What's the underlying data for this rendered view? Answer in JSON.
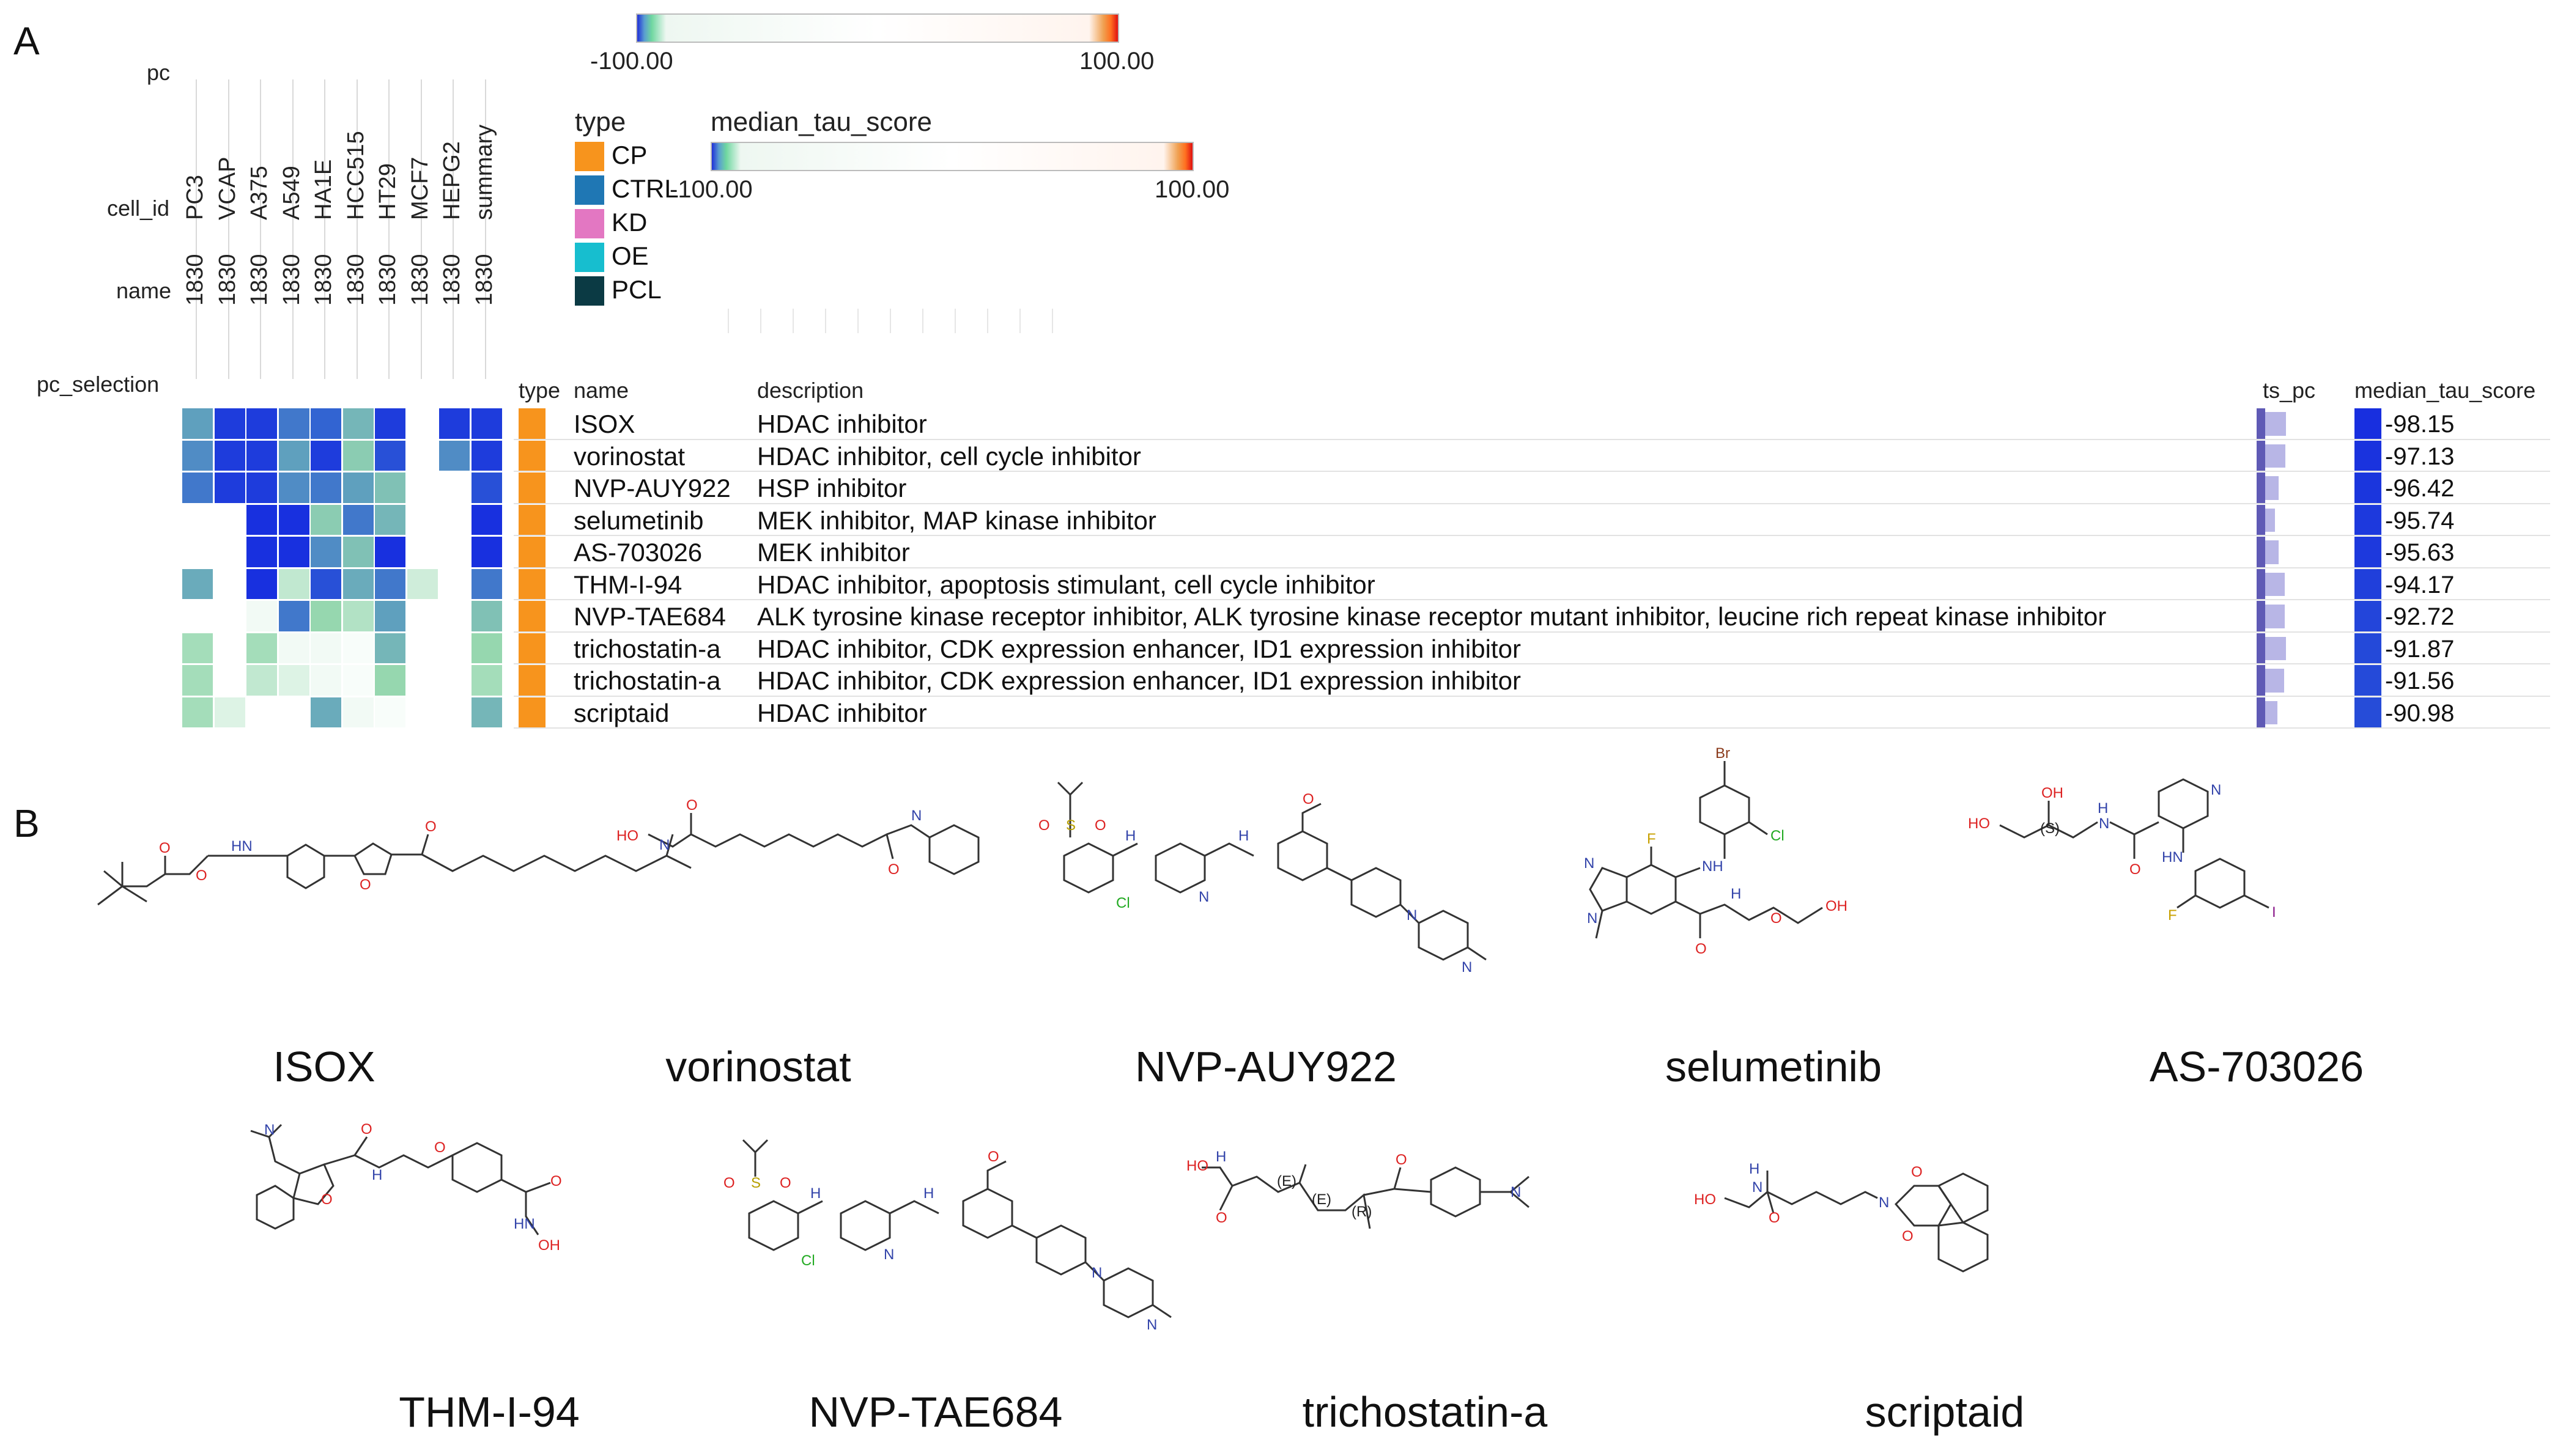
{
  "panels": {
    "a": "A",
    "b": "B"
  },
  "colorbar_top": {
    "min": "-100.00",
    "max": "100.00"
  },
  "legend": {
    "type_title": "type",
    "score_title": "median_tau_score",
    "score_min": "-100.00",
    "score_max": "100.00",
    "items": [
      {
        "label": "CP",
        "color": "#f7941d"
      },
      {
        "label": "CTRL",
        "color": "#1f77b4"
      },
      {
        "label": "KD",
        "color": "#e377c2"
      },
      {
        "label": "OE",
        "color": "#17becf"
      },
      {
        "label": "PCL",
        "color": "#0b3a44"
      }
    ]
  },
  "heatmap": {
    "row_label_pc": "pc",
    "row_label_cell_id": "cell_id",
    "row_label_name": "name",
    "row_label_selection": "pc_selection",
    "columns": [
      {
        "cell_id": "PC3",
        "name": "1830"
      },
      {
        "cell_id": "VCAP",
        "name": "1830"
      },
      {
        "cell_id": "A375",
        "name": "1830"
      },
      {
        "cell_id": "A549",
        "name": "1830"
      },
      {
        "cell_id": "HA1E",
        "name": "1830"
      },
      {
        "cell_id": "HCC515",
        "name": "1830"
      },
      {
        "cell_id": "HT29",
        "name": "1830"
      },
      {
        "cell_id": "MCF7",
        "name": "1830"
      },
      {
        "cell_id": "HEPG2",
        "name": "1830"
      },
      {
        "cell_id": "summary",
        "name": "1830"
      }
    ],
    "cells": [
      [
        -70,
        -95,
        -95,
        -80,
        -85,
        -60,
        -95,
        null,
        -95,
        -95
      ],
      [
        -75,
        -95,
        -95,
        -70,
        -95,
        -50,
        -90,
        null,
        -75,
        -95
      ],
      [
        -80,
        -95,
        -95,
        -75,
        -80,
        -70,
        -55,
        null,
        null,
        -90
      ],
      [
        null,
        null,
        -98,
        -98,
        -50,
        -80,
        -60,
        null,
        null,
        -98
      ],
      [
        null,
        null,
        -98,
        -98,
        -75,
        -55,
        -98,
        null,
        null,
        -98
      ],
      [
        -65,
        null,
        -98,
        -30,
        -90,
        -65,
        -80,
        -25,
        null,
        -80
      ],
      [
        null,
        null,
        -10,
        -80,
        -45,
        -35,
        -70,
        null,
        null,
        -55
      ],
      [
        -40,
        null,
        -40,
        -10,
        -10,
        -5,
        -60,
        null,
        null,
        -45
      ],
      [
        -40,
        null,
        -30,
        -20,
        -10,
        -5,
        -45,
        null,
        null,
        -40
      ],
      [
        -40,
        -20,
        null,
        null,
        -65,
        -10,
        -5,
        null,
        null,
        -60
      ]
    ]
  },
  "table": {
    "col_type": "type",
    "col_name": "name",
    "col_description": "description",
    "col_ts_pc": "ts_pc",
    "col_median": "median_tau_score",
    "rows": [
      {
        "name": "ISOX",
        "description": "HDAC inhibitor",
        "score": "-98.15",
        "ts_pc": 0.95
      },
      {
        "name": "vorinostat",
        "description": "HDAC inhibitor, cell cycle inhibitor",
        "score": "-97.13",
        "ts_pc": 0.93
      },
      {
        "name": "NVP-AUY922",
        "description": "HSP inhibitor",
        "score": "-96.42",
        "ts_pc": 0.6
      },
      {
        "name": "selumetinib",
        "description": "MEK inhibitor, MAP kinase inhibitor",
        "score": "-95.74",
        "ts_pc": 0.45
      },
      {
        "name": "AS-703026",
        "description": "MEK inhibitor",
        "score": "-95.63",
        "ts_pc": 0.62
      },
      {
        "name": "THM-I-94",
        "description": "HDAC inhibitor, apoptosis stimulant, cell cycle inhibitor",
        "score": "-94.17",
        "ts_pc": 0.9
      },
      {
        "name": "NVP-TAE684",
        "description": "ALK tyrosine kinase receptor inhibitor, ALK tyrosine kinase receptor mutant inhibitor, leucine rich repeat kinase inhibitor",
        "score": "-92.72",
        "ts_pc": 0.9
      },
      {
        "name": "trichostatin-a",
        "description": "HDAC inhibitor, CDK expression enhancer, ID1 expression inhibitor",
        "score": "-91.87",
        "ts_pc": 0.95
      },
      {
        "name": "trichostatin-a",
        "description": "HDAC inhibitor, CDK expression enhancer, ID1 expression inhibitor",
        "score": "-91.56",
        "ts_pc": 0.85
      },
      {
        "name": "scriptaid",
        "description": "HDAC inhibitor",
        "score": "-90.98",
        "ts_pc": 0.55
      }
    ],
    "type_color": "#f7941d",
    "ts_color": "#7b78c8"
  },
  "molecules": {
    "names": [
      "ISOX",
      "vorinostat",
      "NVP-AUY922",
      "selumetinib",
      "AS-703026",
      "THM-I-94",
      "NVP-TAE684",
      "trichostatin-a",
      "scriptaid"
    ],
    "atoms": {
      "hn": "HN",
      "h": "H",
      "n": "N",
      "o": "O",
      "oh": "OH",
      "ho": "HO",
      "nh": "NH",
      "s": "S",
      "f": "F",
      "cl": "Cl",
      "br": "Br",
      "i": "I",
      "s_stereo": "(S)",
      "r_stereo": "(R)",
      "e_stereo": "(E)",
      "hn_h": "H",
      "ho_n": "HO",
      "o_n": "O",
      "h_n": "H"
    }
  }
}
